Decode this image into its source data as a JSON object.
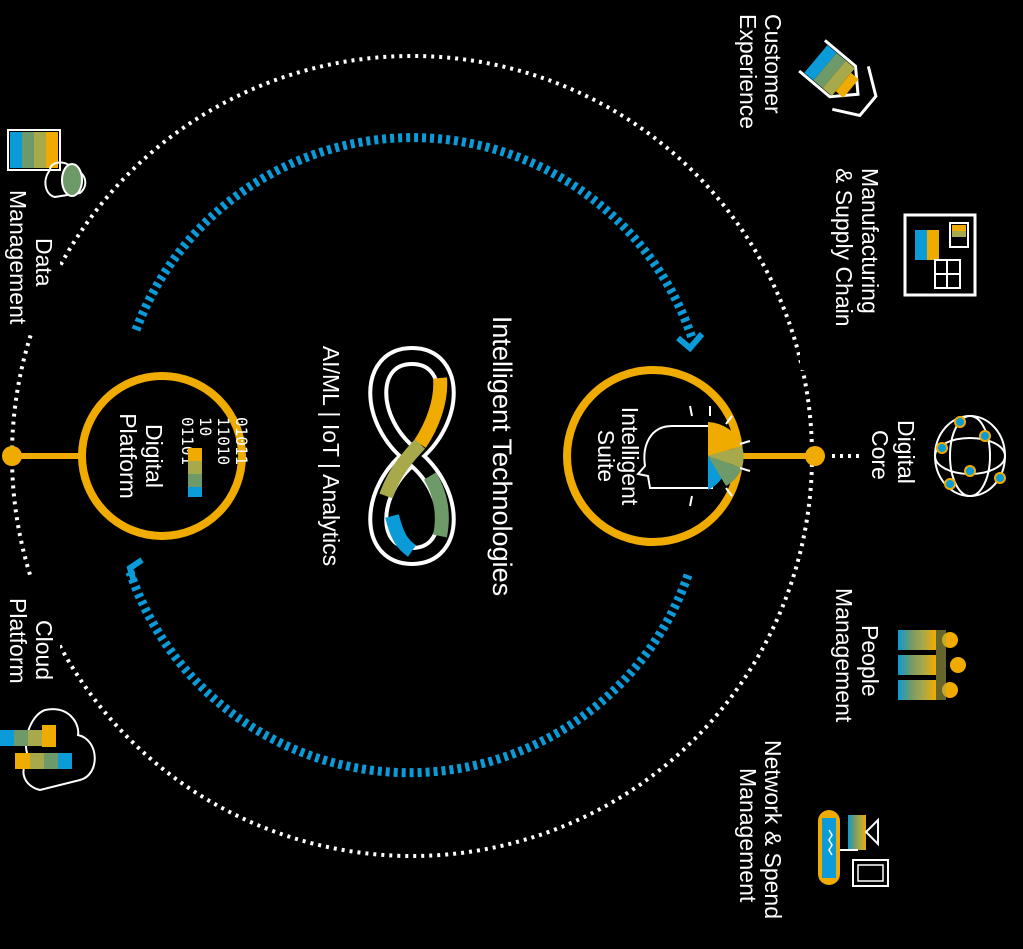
{
  "center": {
    "title": "Intelligent Technologies",
    "subtitle": "AI/ML | IoT | Analytics"
  },
  "hubs": {
    "right": {
      "line1": "Intelligent",
      "line2": "Suite"
    },
    "left": {
      "line1": "Digital",
      "line2": "Platform",
      "binary": [
        "01011",
        "11010",
        "10",
        "01101"
      ]
    }
  },
  "nodes": {
    "customer_experience": {
      "line1": "Customer",
      "line2": "Experience"
    },
    "manufacturing": {
      "line1": "Manufacturing",
      "line2": "& Supply Chain"
    },
    "digital_core": {
      "line1": "Digital",
      "line2": "Core"
    },
    "people": {
      "line1": "People",
      "line2": "Management"
    },
    "network": {
      "line1": "Network & Spend",
      "line2": "Management"
    },
    "data_management": {
      "line1": "Data",
      "line2": "Management"
    },
    "cloud_platform": {
      "line1": "Cloud",
      "line2": "Platform"
    }
  },
  "colors": {
    "background": "#000000",
    "gold": "#f0ab00",
    "blue": "#0a9bd8",
    "olive": "#a8a94a",
    "green": "#6e9a6a",
    "white": "#ffffff"
  },
  "icons": [
    "handshake-icon",
    "factory-icon",
    "globe-network-icon",
    "people-icon",
    "procurement-icon",
    "cloud-database-icon",
    "cloud-icon",
    "brain-lightbulb-icon",
    "binary-icon",
    "infinity-icon"
  ]
}
